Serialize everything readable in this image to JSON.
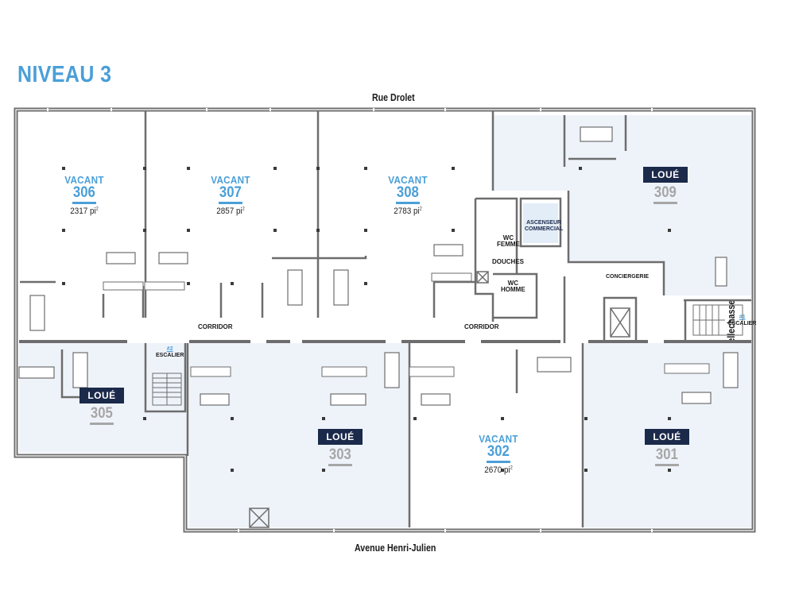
{
  "title": "NIVEAU 3",
  "streets": {
    "top": "Rue Drolet",
    "bottom": "Avenue Henri-Julien",
    "right": "Rue Bellechasse"
  },
  "colors": {
    "accent": "#4a9fd8",
    "leased_badge": "#1b2a4a",
    "leased_number": "#a6a6a6",
    "leased_fill": "#eef3fa",
    "wall": "#6d6d6d"
  },
  "units": [
    {
      "number": "306",
      "status": "VACANT",
      "area": "2317 pi",
      "area_unit": "2"
    },
    {
      "number": "307",
      "status": "VACANT",
      "area": "2857 pi",
      "area_unit": "2"
    },
    {
      "number": "308",
      "status": "VACANT",
      "area": "2783 pi",
      "area_unit": "2"
    },
    {
      "number": "309",
      "status": "LOUÉ"
    },
    {
      "number": "305",
      "status": "LOUÉ"
    },
    {
      "number": "303",
      "status": "LOUÉ"
    },
    {
      "number": "302",
      "status": "VACANT",
      "area": "2670 pi",
      "area_unit": "2"
    },
    {
      "number": "301",
      "status": "LOUÉ"
    }
  ],
  "labels": {
    "corridor_left": "CORRIDOR",
    "corridor_right": "CORRIDOR",
    "elevator_line1": "ASCENSEUR",
    "elevator_line2": "COMMERCIAL",
    "wc_femme_line1": "WC",
    "wc_femme_line2": "FEMME",
    "wc_homme_line1": "WC",
    "wc_homme_line2": "HOMME",
    "douches": "DOUCHES",
    "conciergerie": "CONCIERGERIE",
    "stair2_number": "#2",
    "stair2_label": "ESCALIER",
    "stair1_number": "#1",
    "stair1_label": "ESCALIER"
  }
}
